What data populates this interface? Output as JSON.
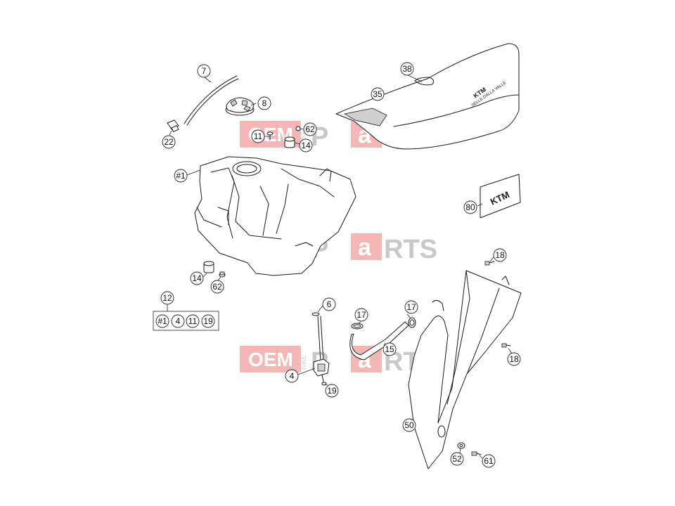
{
  "watermark": {
    "oem": "OEM",
    "bike": "BIKE",
    "parts_p": "P",
    "parts_a": "a",
    "parts_rts": "RTS"
  },
  "seat_logo": {
    "brand": "KTM",
    "slogan": "SELLE DALLA VALLE"
  },
  "sticker_logo": "KTM",
  "callouts": {
    "c7": "7",
    "c8": "8",
    "c22": "22",
    "c11": "11",
    "c62a": "62",
    "c14a": "14",
    "c38": "38",
    "c35": "35",
    "c1": "#1",
    "c80": "80",
    "c14b": "14",
    "c62b": "62",
    "c12": "12",
    "kit_1": "#1",
    "kit_4": "4",
    "kit_11": "11",
    "kit_19": "19",
    "c6": "6",
    "c17a": "17",
    "c17b": "17",
    "c15": "15",
    "c4": "4",
    "c19": "19",
    "c18a": "18",
    "c18b": "18",
    "c50": "50",
    "c52": "52",
    "c61": "61"
  },
  "colors": {
    "watermark_red": "#f0a0a0",
    "watermark_grey": "#c8c8c8",
    "line": "#1a1a1a"
  }
}
